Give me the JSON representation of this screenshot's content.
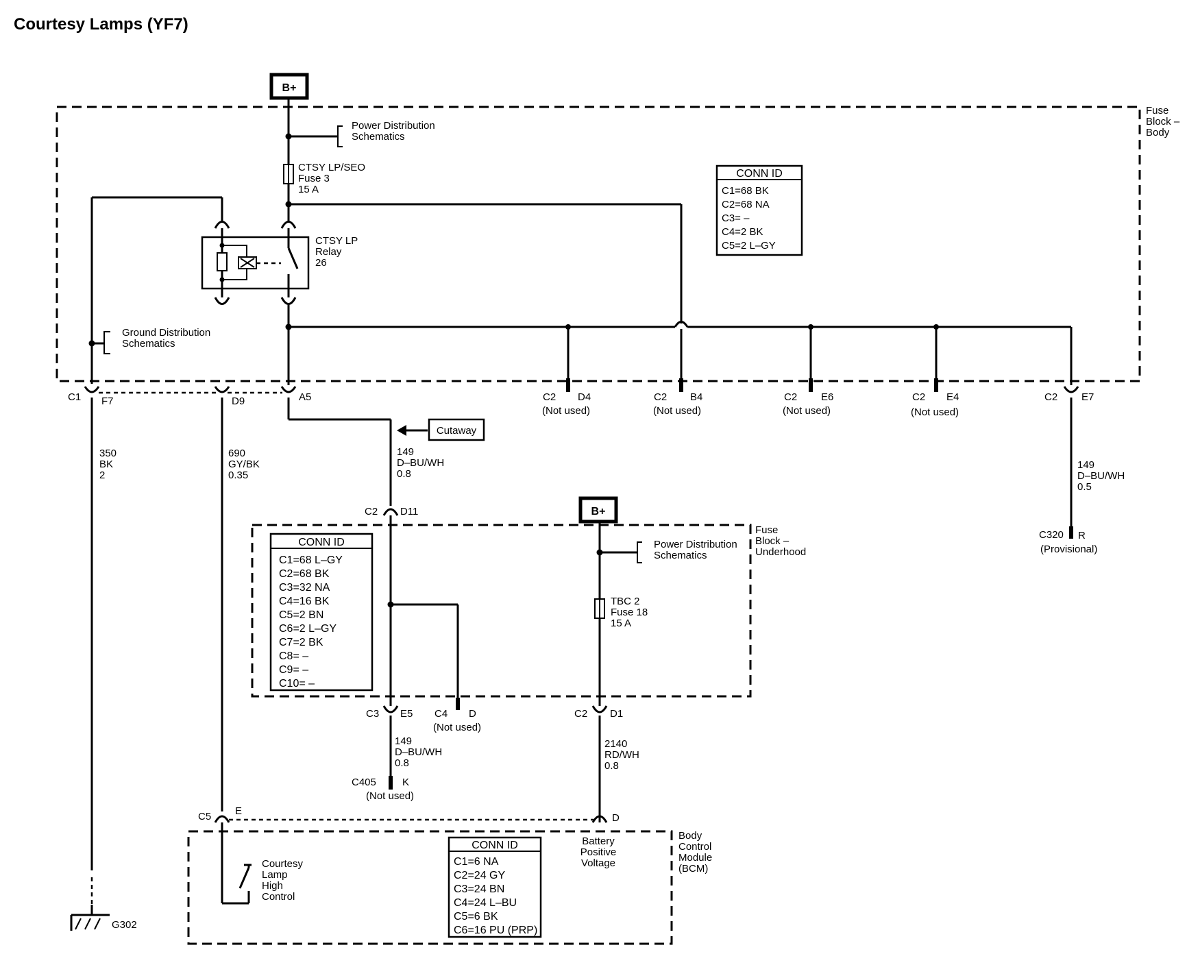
{
  "title": "Courtesy Lamps (YF7)",
  "power_top": "B+",
  "power_mid": "B+",
  "fuse_block_body": [
    "Fuse",
    "Block –",
    "Body"
  ],
  "fuse_block_underhood": [
    "Fuse",
    "Block –",
    "Underhood"
  ],
  "bcm_label": [
    "Body",
    "Control",
    "Module",
    "(BCM)"
  ],
  "power_dist_1": [
    "Power Distribution",
    "Schematics"
  ],
  "power_dist_2": [
    "Power Distribution",
    "Schematics"
  ],
  "ground_dist": [
    "Ground Distribution",
    "Schematics"
  ],
  "fuse_top": [
    "CTSY LP/SEO",
    "Fuse 3",
    "15 A"
  ],
  "relay": [
    "CTSY LP",
    "Relay",
    "26"
  ],
  "fuse_mid": [
    "TBC 2",
    "Fuse 18",
    "15 A"
  ],
  "conn_id_body": {
    "header": "CONN ID",
    "rows": [
      "C1=68 BK",
      "C2=68 NA",
      "C3= –",
      "C4=2 BK",
      "C5=2 L–GY"
    ]
  },
  "conn_id_underhood": {
    "header": "CONN ID",
    "rows": [
      "C1=68 L–GY",
      "C2=68 BK",
      "C3=32 NA",
      "C4=16 BK",
      "C5=2 BN",
      "C6=2 L–GY",
      "C7=2 BK",
      "C8= –",
      "C9= –",
      "C10= –"
    ]
  },
  "conn_id_bcm": {
    "header": "CONN ID",
    "rows": [
      "C1=6 NA",
      "C2=24 GY",
      "C3=24 BN",
      "C4=24 L–BU",
      "C5=6 BK",
      "C6=16 PU (PRP)"
    ]
  },
  "connectors": {
    "c1": "C1",
    "f7": "F7",
    "d9": "D9",
    "a5": "A5",
    "c2_d4": [
      "C2",
      "D4",
      "(Not used)"
    ],
    "c2_b4": [
      "C2",
      "B4",
      "(Not used)"
    ],
    "c2_e6": [
      "C2",
      "E6",
      "(Not used)"
    ],
    "c2_e4": [
      "C2",
      "E4",
      "(Not used)"
    ],
    "c2_e7": [
      "C2",
      "E7"
    ],
    "c2_d11": [
      "C2",
      "D11"
    ],
    "c3_e5": [
      "C3",
      "E5"
    ],
    "c4_d": [
      "C4",
      "D",
      "(Not used)"
    ],
    "c2_d1": [
      "C2",
      "D1"
    ],
    "c405_k": [
      "C405",
      "K",
      "(Not used)"
    ],
    "c320_r": [
      "C320",
      "R",
      "(Provisional)"
    ],
    "c5_e": [
      "C5",
      "E"
    ],
    "bcm_d": "D",
    "ground": "G302"
  },
  "wires": {
    "w350": [
      "350",
      "BK",
      "2"
    ],
    "w690": [
      "690",
      "GY/BK",
      "0.35"
    ],
    "w149a": [
      "149",
      "D–BU/WH",
      "0.8"
    ],
    "w149b": [
      "149",
      "D–BU/WH",
      "0.5"
    ],
    "w149c": [
      "149",
      "D–BU/WH",
      "0.8"
    ],
    "w2140": [
      "2140",
      "RD/WH",
      "0.8"
    ]
  },
  "cutaway": "Cutaway",
  "bcm_switch": [
    "Courtesy",
    "Lamp",
    "High",
    "Control"
  ],
  "bcm_power": [
    "Battery",
    "Positive",
    "Voltage"
  ]
}
